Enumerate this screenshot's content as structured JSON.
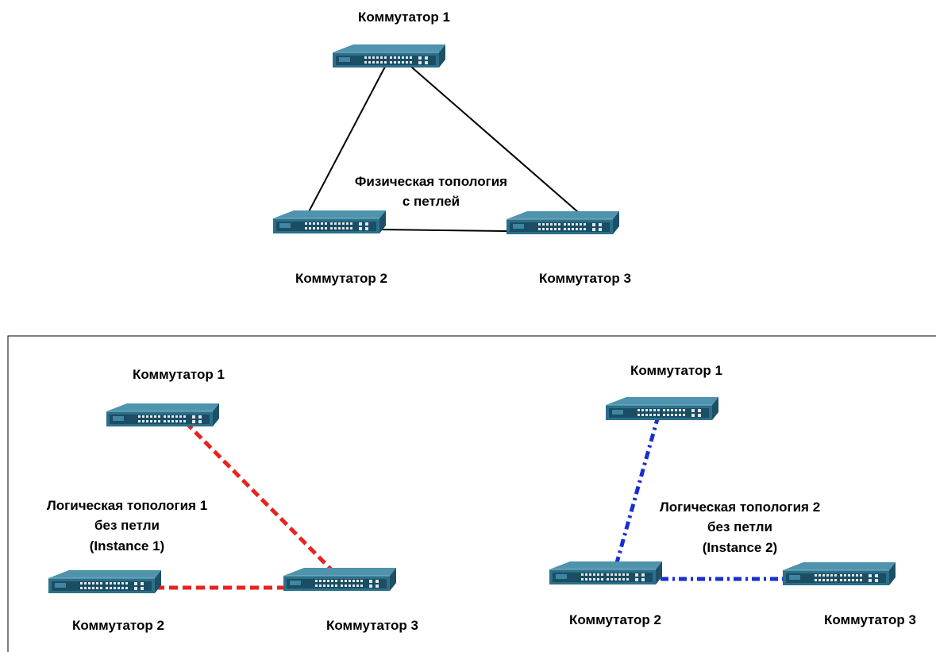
{
  "physical": {
    "switch1": "Коммутатор 1",
    "switch2": "Коммутатор 2",
    "switch3": "Коммутатор 3",
    "caption": [
      "Физическая топология",
      "с петлей"
    ],
    "link_color": "#000000"
  },
  "logical1": {
    "switch1": "Коммутатор 1",
    "switch2": "Коммутатор 2",
    "switch3": "Коммутатор 3",
    "caption": [
      "Логическая топология 1",
      "без петли",
      "(Instance 1)"
    ],
    "link_color": "#e8231f",
    "link_style": "dashed"
  },
  "logical2": {
    "switch1": "Коммутатор 1",
    "switch2": "Коммутатор 2",
    "switch3": "Коммутатор 3",
    "caption": [
      "Логическая топология 2",
      "без петли",
      "(Instance 2)"
    ],
    "link_color": "#1a2fd0",
    "link_style": "dash-dot"
  },
  "switch_icon": "network-switch-icon",
  "switch_color": "#2b6f8a"
}
